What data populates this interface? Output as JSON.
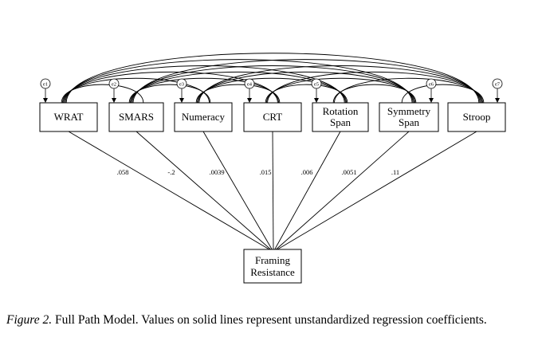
{
  "diagram": {
    "predictors": [
      {
        "id": "wrat",
        "label": [
          "WRAT"
        ],
        "error": "e1",
        "coefficient": ".058"
      },
      {
        "id": "smars",
        "label": [
          "SMARS"
        ],
        "error": "e2",
        "coefficient": "-.2"
      },
      {
        "id": "numeracy",
        "label": [
          "Numeracy"
        ],
        "error": "e3",
        "coefficient": ".0039"
      },
      {
        "id": "crt",
        "label": [
          "CRT"
        ],
        "error": "e4",
        "coefficient": ".015"
      },
      {
        "id": "rotation-span",
        "label": [
          "Rotation",
          "Span"
        ],
        "error": "e5",
        "coefficient": ".006"
      },
      {
        "id": "symmetry-span",
        "label": [
          "Symmetry",
          "Span"
        ],
        "error": "e6",
        "coefficient": ".0051"
      },
      {
        "id": "stroop",
        "label": [
          "Stroop"
        ],
        "error": "e7",
        "coefficient": ".11"
      }
    ],
    "outcome": {
      "id": "framing-resistance",
      "label": [
        "Framing",
        "Resistance"
      ]
    }
  },
  "caption": {
    "figure_label": "Figure 2.",
    "text": "  Full Path Model.  Values on solid lines represent unstandardized regression coefficients."
  }
}
